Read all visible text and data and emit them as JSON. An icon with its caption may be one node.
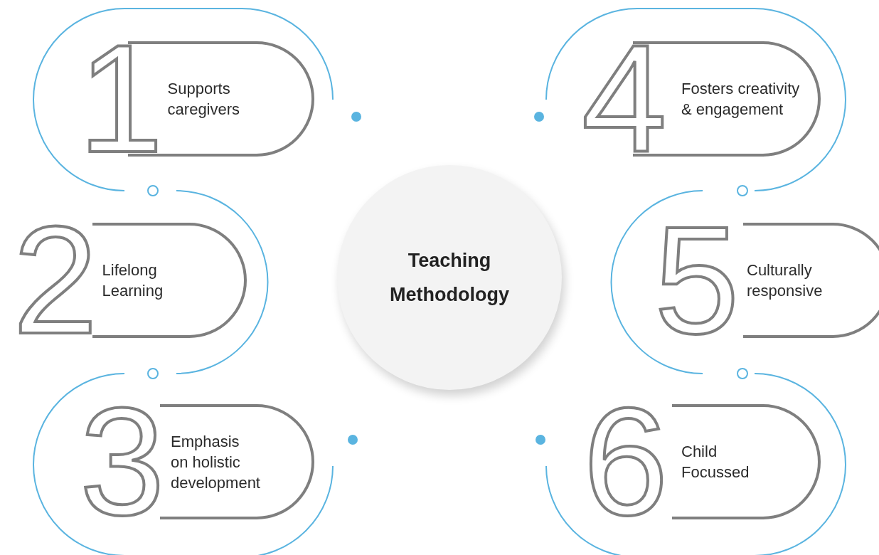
{
  "diagram": {
    "nodes": [
      {
        "text": [
          "1",
          "Supports caregivers"
        ]
      },
      {
        "text": [
          "2",
          "Lifelong Learning"
        ]
      },
      {
        "text": [
          "3",
          "Emphasis on holistic development"
        ]
      },
      {
        "text": [
          "4",
          "Fosters creativity & engagement"
        ]
      },
      {
        "text": [
          "5",
          "Culturally responsive"
        ]
      },
      {
        "text": [
          "6",
          "Child Focussed"
        ]
      },
      {
        "text": [
          "Teaching Methodology"
        ]
      }
    ]
  }
}
